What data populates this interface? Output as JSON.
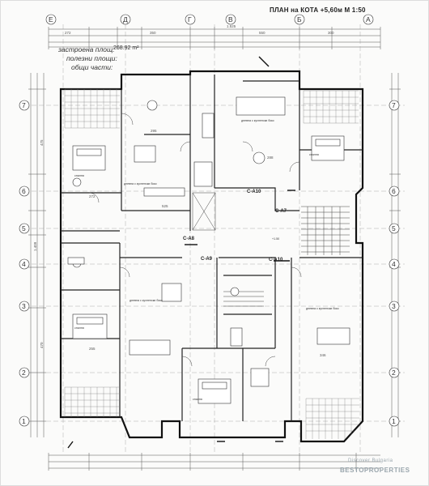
{
  "header": {
    "title": "ПЛАН на КОТА +5,60м  М 1:50"
  },
  "notes": {
    "built_area_label": "застроена площ:",
    "built_area_value": "268.92 m²",
    "useful_area_label": "полезни площи:",
    "common_parts_label": "общи части:"
  },
  "axes": {
    "letters": [
      "Е",
      "Д",
      "Г",
      "В",
      "Б",
      "А"
    ],
    "numbers": [
      "7",
      "6",
      "5",
      "4",
      "3",
      "2",
      "1"
    ]
  },
  "sections": {
    "a7": "С-А7",
    "a8": "С-А8",
    "a9": "С-А9",
    "a10": "С-А10",
    "level": "+1.50"
  },
  "dims": {
    "top_total": "1.525",
    "top_1": "272",
    "top_2": "350",
    "top_3": "550",
    "top_4": "300",
    "left_total": "1.409",
    "left_1": "475",
    "left_2": "470",
    "room_1": "295",
    "room_2": "525",
    "room_3": "272",
    "room_4": "255",
    "room_5": "288",
    "room_6": "346"
  },
  "rooms": {
    "living_label": "дневна с кухненски бокс",
    "bedroom_label": "спалня"
  },
  "watermark": {
    "line1": "Discover Bulgaria",
    "line2": "BESTOPROPERTIES"
  }
}
